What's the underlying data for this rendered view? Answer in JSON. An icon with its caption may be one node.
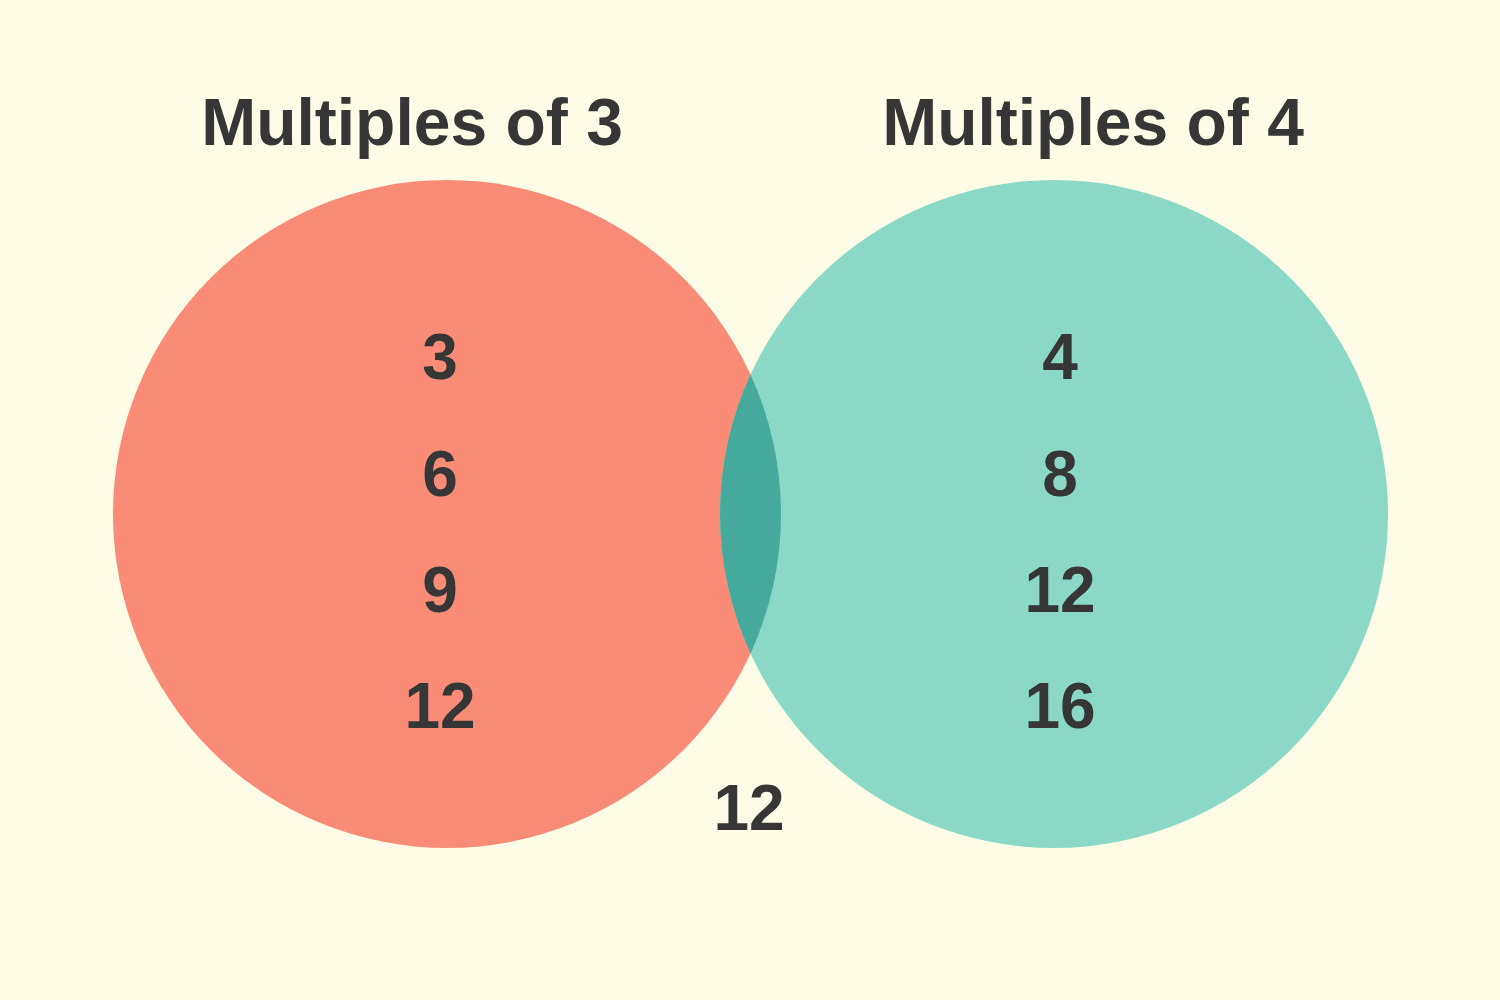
{
  "diagram": {
    "nodes": [
      {
        "text": [
          "Multiples of 3",
          "3",
          "6",
          "9",
          "12"
        ]
      },
      {
        "text": [
          "Multiples of 4",
          "4",
          "8",
          "12",
          "16"
        ]
      }
    ],
    "labels": [
      "12"
    ]
  }
}
